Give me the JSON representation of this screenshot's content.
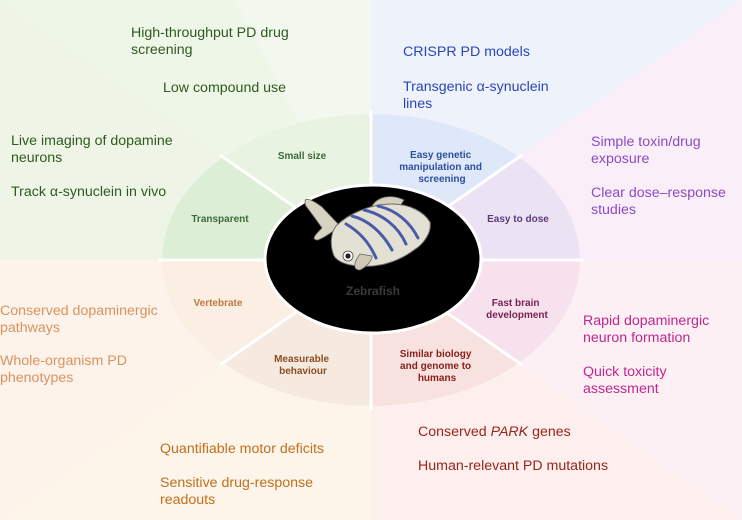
{
  "center": {
    "label": "Zebrafish"
  },
  "colors": {
    "green": "#2f5a1f",
    "blue": "#2b45b8",
    "purple": "#8a4bc4",
    "magenta": "#c0268e",
    "peach": "#d9935e",
    "orange": "#c0701e",
    "darkred": "#9a2418",
    "segGreen": "#3f6a3a",
    "segBlue": "#2c4fa0",
    "segPurple": "#5a3a7a",
    "segMagenta": "#7a2356",
    "segPeach": "#c07a45",
    "segBrown": "#8a4e22",
    "segRed": "#8a1e18"
  },
  "segments": {
    "small_size": "Small size",
    "easy_genetic": [
      "Easy genetic",
      "manipulation and",
      "screening"
    ],
    "easy_dose": "Easy to dose",
    "fast_brain": [
      "Fast brain",
      "development"
    ],
    "similar_biology": [
      "Similar biology",
      "and genome to",
      "humans"
    ],
    "measurable": [
      "Measurable",
      "behaviour"
    ],
    "vertebrate": "Vertebrate",
    "transparent": "Transparent"
  },
  "outer": {
    "top_left": [
      [
        "High-throughput PD drug",
        "screening"
      ],
      [
        "Low compound use"
      ]
    ],
    "top_right": [
      [
        "CRISPR PD models"
      ],
      [
        "Transgenic α-synuclein",
        "lines"
      ]
    ],
    "right_upper": [
      [
        "Simple toxin/drug",
        "exposure"
      ],
      [
        "Clear dose–response",
        "studies"
      ]
    ],
    "right_lower": [
      [
        "Rapid dopaminergic",
        "neuron formation"
      ],
      [
        "Quick toxicity",
        "assessment"
      ]
    ],
    "bottom_right": {
      "line1_prefix": "Conserved ",
      "line1_italic": "PARK",
      "line1_suffix": " genes",
      "line2": "Human-relevant PD mutations"
    },
    "bottom_left": [
      [
        "Quantifiable motor deficits"
      ],
      [
        "Sensitive drug-response",
        "readouts"
      ]
    ],
    "left_lower": [
      [
        "Conserved dopaminergic",
        "pathways"
      ],
      [
        "Whole-organism PD",
        "phenotypes"
      ]
    ],
    "left_upper": [
      [
        "Live imaging of dopamine",
        "neurons"
      ],
      [
        "Track α-synuclein in vivo"
      ]
    ]
  }
}
